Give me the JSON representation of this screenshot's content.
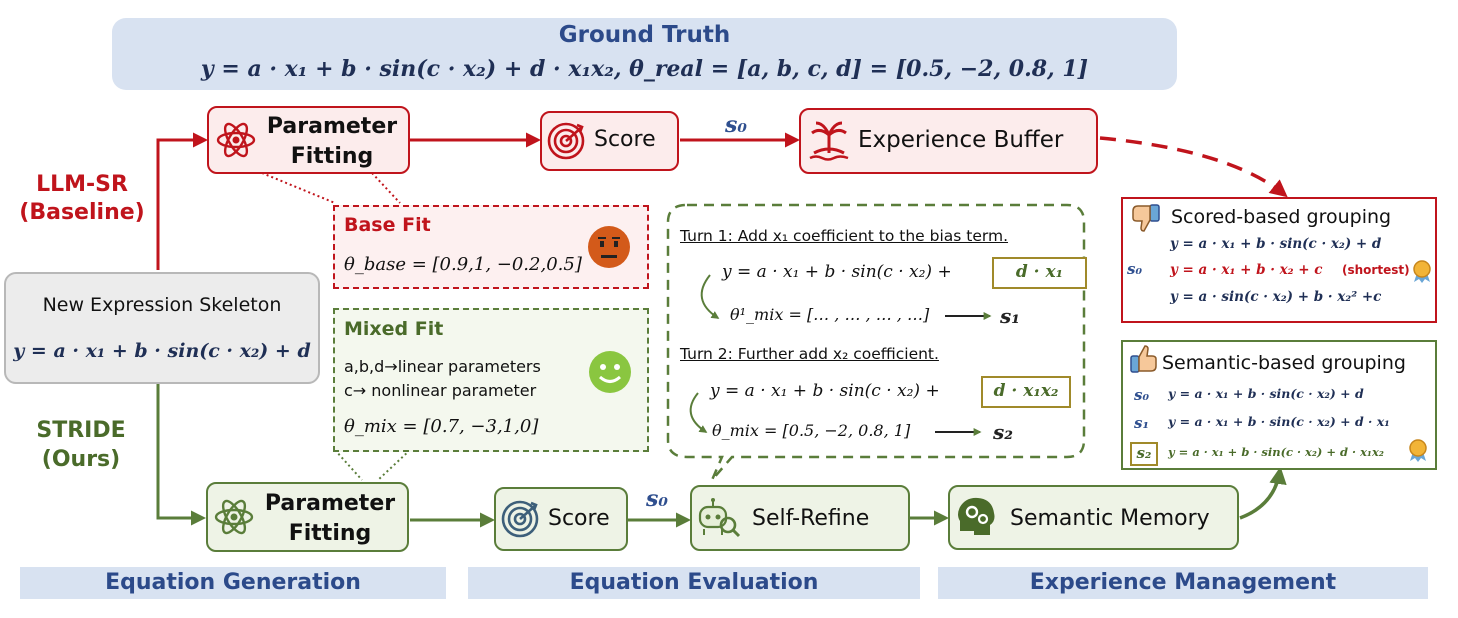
{
  "ground_truth": {
    "title": "Ground Truth",
    "equation": "y = a · x₁ + b · sin(c · x₂) + d · x₁x₂, θ_real = [a, b, c, d] = [0.5, −2, 0.8, 1]"
  },
  "methods": {
    "baseline_line1": "LLM-SR",
    "baseline_line2": "(Baseline)",
    "ours_line1": "STRIDE",
    "ours_line2": "(Ours)"
  },
  "skeleton": {
    "title": "New Expression Skeleton",
    "equation": "y = a · x₁ + b · sin(c · x₂) + d"
  },
  "top_row": {
    "param_fitting_line1": "Parameter",
    "param_fitting_line2": "Fitting",
    "score": "Score",
    "score_edge": "s₀",
    "buffer": "Experience Buffer"
  },
  "bottom_row": {
    "param_fitting_line1": "Parameter",
    "param_fitting_line2": "Fitting",
    "score": "Score",
    "score_edge": "s₀",
    "self_refine": "Self-Refine",
    "memory": "Semantic Memory"
  },
  "base_fit": {
    "title": "Base Fit",
    "equation": "θ_base = [0.9,1, −0.2,0.5]"
  },
  "mixed_fit": {
    "title": "Mixed Fit",
    "line1": "a,b,d→linear parameters",
    "line2": "c→ nonlinear parameter",
    "equation": "θ_mix = [0.7, −3,1,0]"
  },
  "refine_bubble": {
    "turn1": "Turn 1: Add x₁ coefficient to the bias term.",
    "eq1_main": "y = a · x₁ + b · sin(c · x₂) +",
    "eq1_box": "d · x₁",
    "theta1": "θ¹_mix = [… , … , … , …]",
    "s1": "s₁",
    "turn2": "Turn 2: Further add x₂ coefficient.",
    "eq2_main": "y = a · x₁ + b · sin(c · x₂) +",
    "eq2_box": "d · x₁x₂",
    "theta2": "θ_mix = [0.5, −2, 0.8, 1]",
    "s2": "s₂"
  },
  "scored_group": {
    "title": "Scored-based grouping",
    "s0": "s₀",
    "eq1": "y = a · x₁ + b · sin(c · x₂) + d",
    "eq2": "y = a · x₁ + b · x₂ + c",
    "eq2_note": "(shortest)",
    "eq3": "y = a · sin(c · x₂) + b · x₂² +c"
  },
  "semantic_group": {
    "title": "Semantic-based grouping",
    "s0": "s₀",
    "eq0": "y = a · x₁ + b · sin(c · x₂) + d",
    "s1": "s₁",
    "eq1": "y = a · x₁ + b · sin(c · x₂) + d · x₁",
    "s2": "s₂",
    "eq2": "y = a · x₁ + b · sin(c · x₂) + d · x₁x₂"
  },
  "stages": {
    "generation": "Equation Generation",
    "evaluation": "Equation Evaluation",
    "management": "Experience Management"
  },
  "colors": {
    "baseline": "#c0141c",
    "ours": "#5a7d3a",
    "band": "#d8e2f1",
    "band_text": "#2c4a8a"
  },
  "icons": [
    "atom-icon",
    "target-icon",
    "island-icon",
    "robot-search-icon",
    "brain-gear-icon",
    "thumbs-down-icon",
    "thumbs-up-icon",
    "neutral-face-icon",
    "smile-face-icon",
    "award-icon"
  ]
}
